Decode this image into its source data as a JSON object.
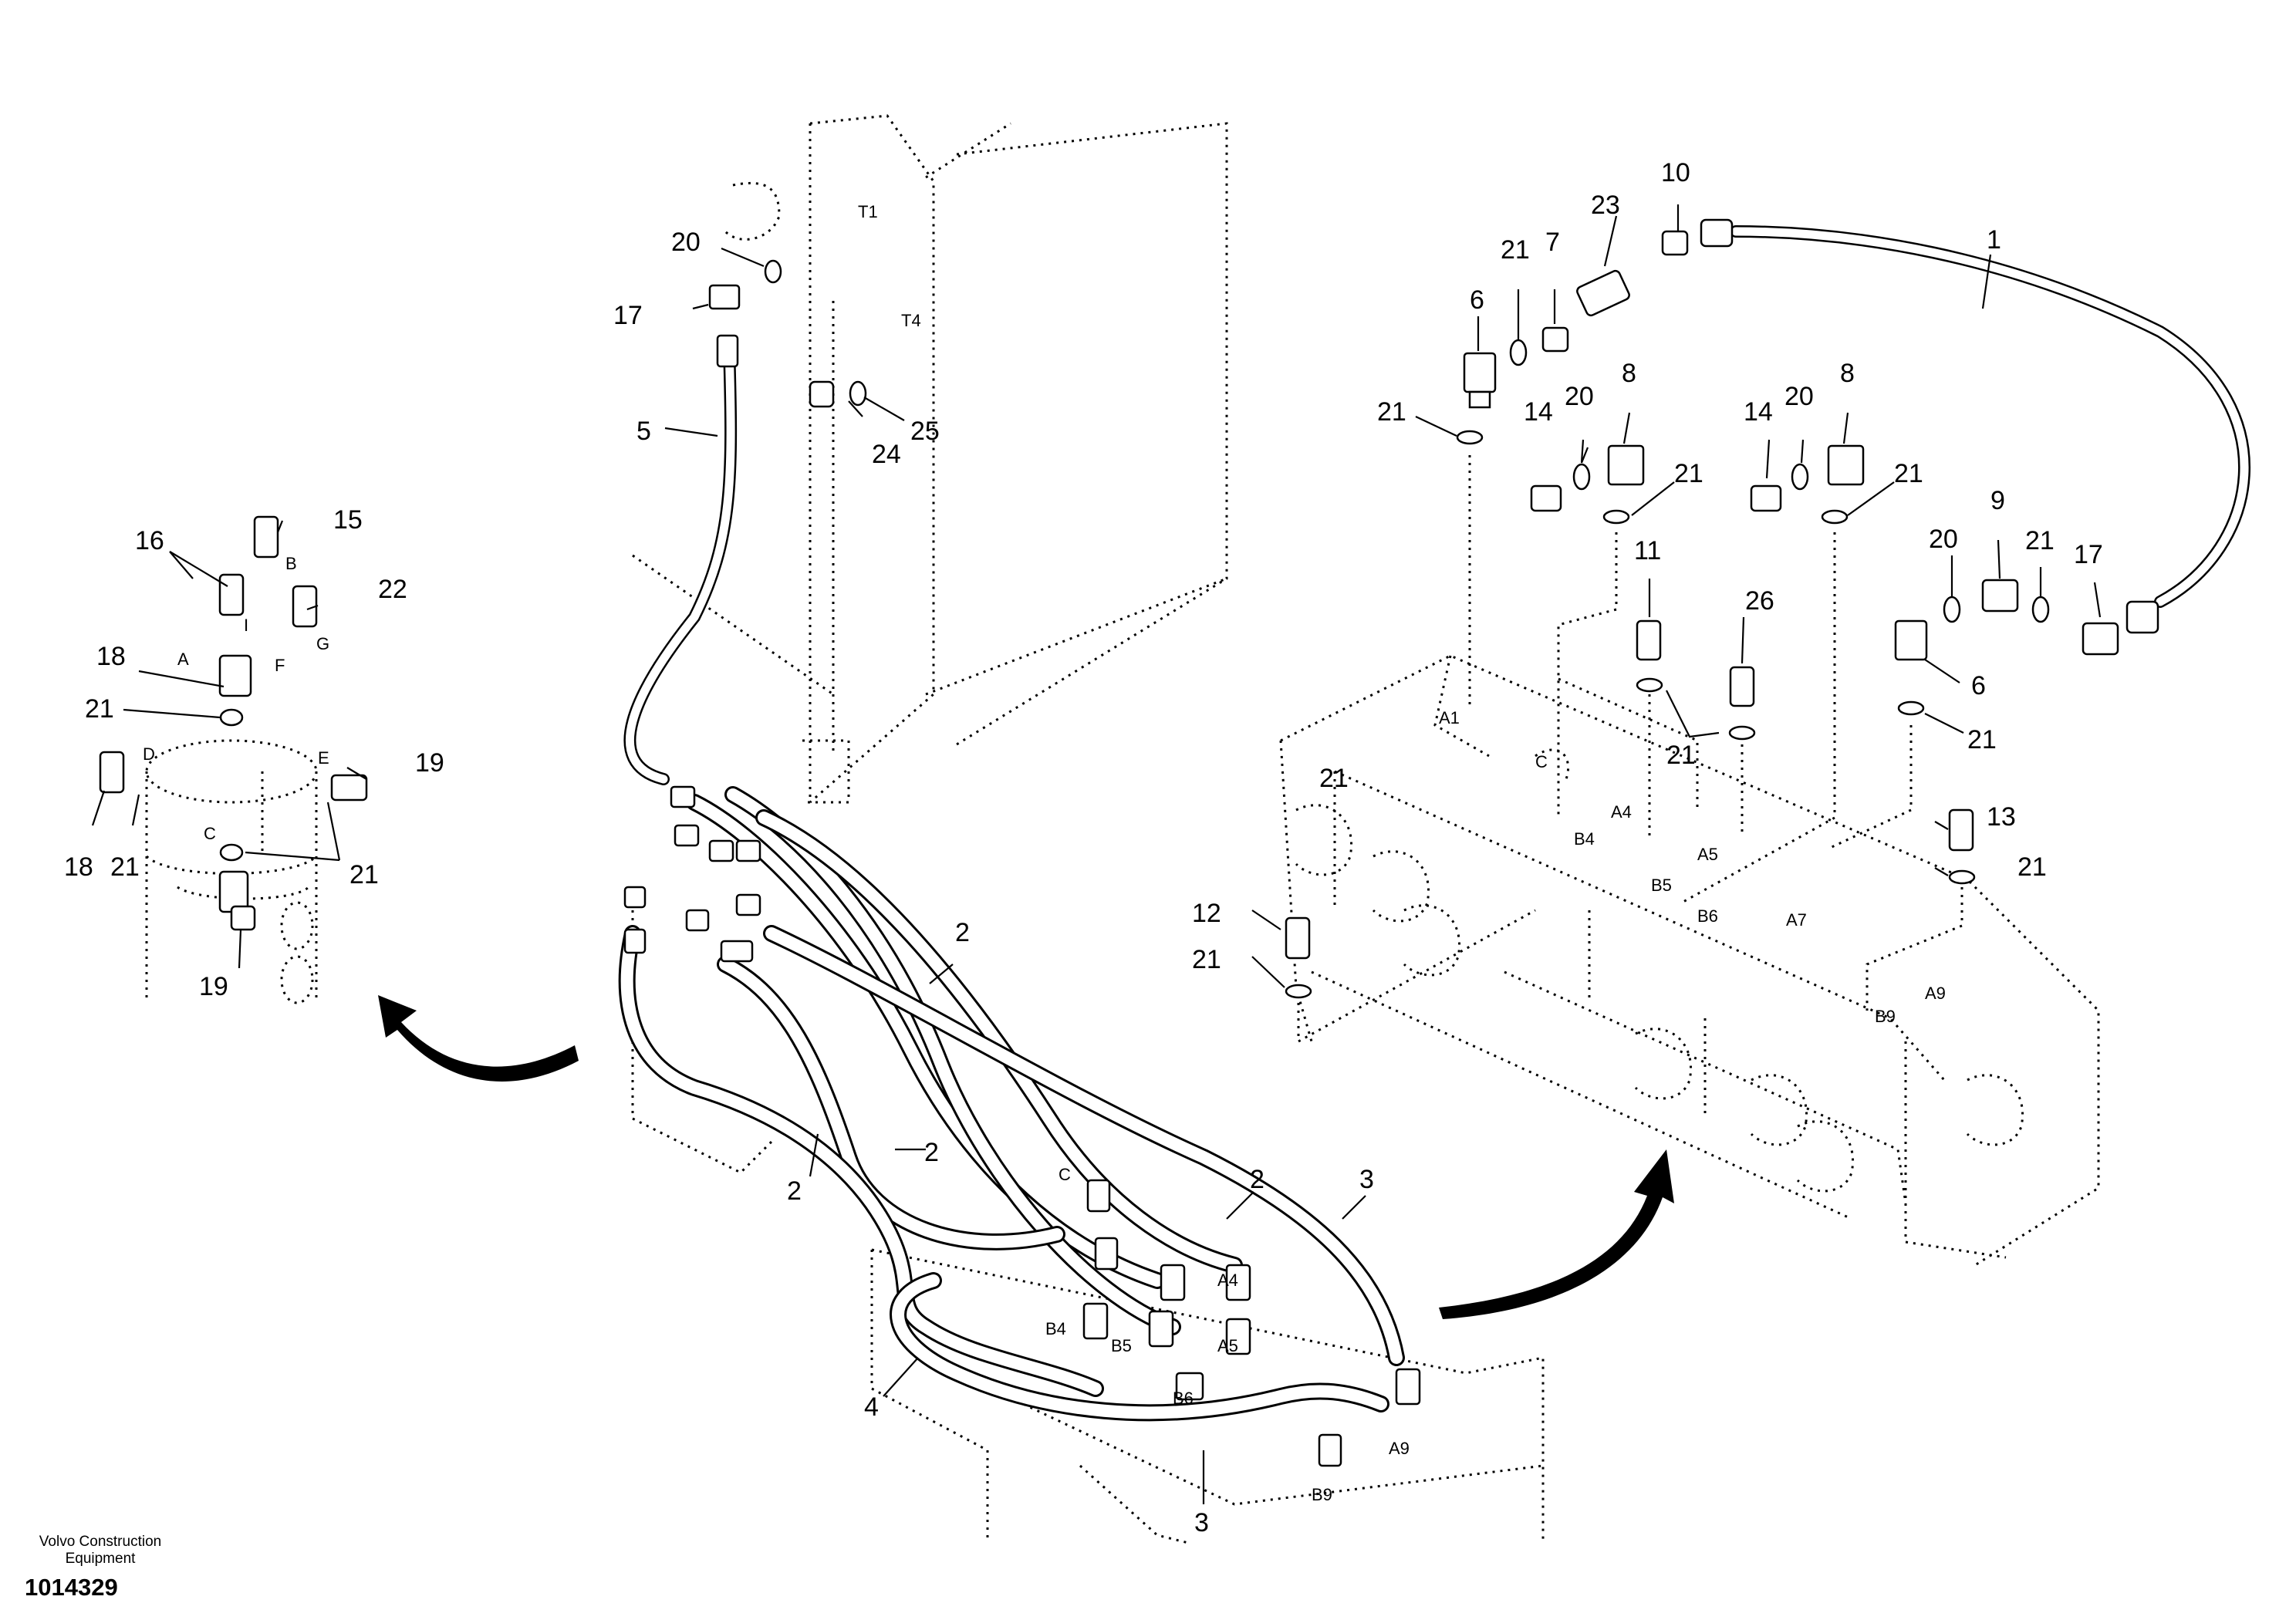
{
  "callouts": {
    "c1": "1",
    "c2a": "2",
    "c2b": "2",
    "c2c": "2",
    "c2d": "2",
    "c3a": "3",
    "c3b": "3",
    "c4": "4",
    "c5": "5",
    "c6a": "6",
    "c6b": "6",
    "c7": "7",
    "c8a": "8",
    "c8b": "8",
    "c9": "9",
    "c10": "10",
    "c11": "11",
    "c12": "12",
    "c13": "13",
    "c14a": "14",
    "c14b": "14",
    "c15": "15",
    "c16": "16",
    "c17a": "17",
    "c17b": "17",
    "c18a": "18",
    "c18b": "18",
    "c19a": "19",
    "c19b": "19",
    "c20a": "20",
    "c20b": "20",
    "c20c": "20",
    "c20d": "20",
    "c21a": "21",
    "c21b": "21",
    "c21c": "21",
    "c21d": "21",
    "c21e": "21",
    "c21f": "21",
    "c21g": "21",
    "c21h": "21",
    "c21i": "21",
    "c21j": "21",
    "c21k": "21",
    "c21l": "21",
    "c21m": "21",
    "c22": "22",
    "c23": "23",
    "c24": "24",
    "c25": "25",
    "c26": "26"
  },
  "ports": {
    "T1": "T1",
    "T4": "T4",
    "A": "A",
    "B": "B",
    "I": "I",
    "F": "F",
    "G": "G",
    "D": "D",
    "E": "E",
    "C_left": "C",
    "A1": "A1",
    "C_right": "C",
    "A4_right": "A4",
    "B4_right": "B4",
    "A5_right": "A5",
    "B5_right": "B5",
    "B6_right": "B6",
    "A7": "A7",
    "B9_right": "B9",
    "A9_right": "A9",
    "C_mid": "C",
    "A4_mid": "A4",
    "B4_mid": "B4",
    "B5_mid": "B5",
    "A5_mid": "A5",
    "B6_mid": "B6",
    "B9_mid": "B9",
    "A9_mid": "A9"
  },
  "footer": {
    "company": "Volvo Construction Equipment",
    "doc_number": "1014329"
  }
}
